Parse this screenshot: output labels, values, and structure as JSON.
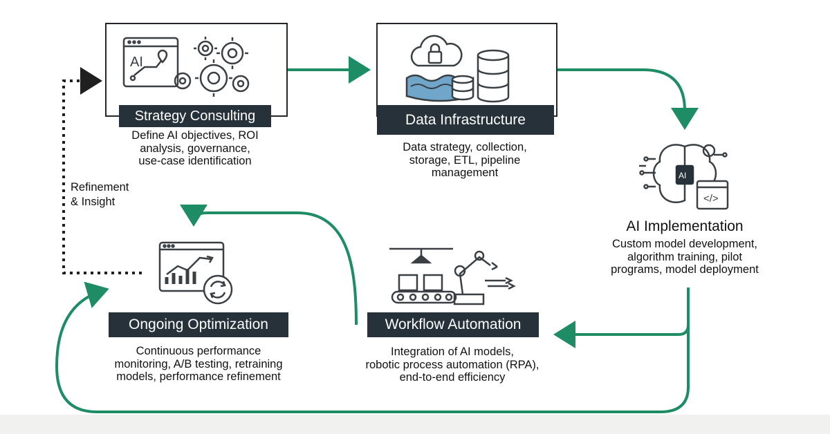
{
  "stages": {
    "strategy": {
      "title": "Strategy Consulting",
      "desc": [
        "Define AI objectives, ROI",
        "analysis, governance,",
        "use-case identification"
      ],
      "icon_text": "AI"
    },
    "data": {
      "title": "Data Infrastructure",
      "desc": [
        "Data strategy, collection,",
        "storage, ETL, pipeline",
        "management"
      ]
    },
    "ai": {
      "title": "AI Implementation",
      "desc": [
        "Custom model development,",
        "algorithm training, pilot",
        "programs, model deployment"
      ],
      "icon_text": "AI",
      "code_text": "</>"
    },
    "workflow": {
      "title": "Workflow Automation",
      "desc": [
        "Integration of AI models,",
        "robotic process automation (RPA),",
        "end-to-end efficiency"
      ]
    },
    "optimization": {
      "title": "Ongoing Optimization",
      "desc": [
        "Continuous performance",
        "monitoring, A/B testing, retraining",
        "models, performance refinement"
      ]
    }
  },
  "feedback": {
    "label": [
      "Refinement",
      "& Insight"
    ]
  },
  "colors": {
    "arrow": "#1e8c64",
    "dark": "#27313a",
    "dotted": "#1f1f1f",
    "icon_stroke": "#3a3f44",
    "water": "#6fa6c9"
  },
  "icons": [
    "browser-ai-icon",
    "gears-icon",
    "cloud-lock-icon",
    "database-icon",
    "ai-brain-icon",
    "code-window-icon",
    "conveyor-icon",
    "robot-arm-icon",
    "analytics-chart-icon",
    "refresh-icon"
  ]
}
